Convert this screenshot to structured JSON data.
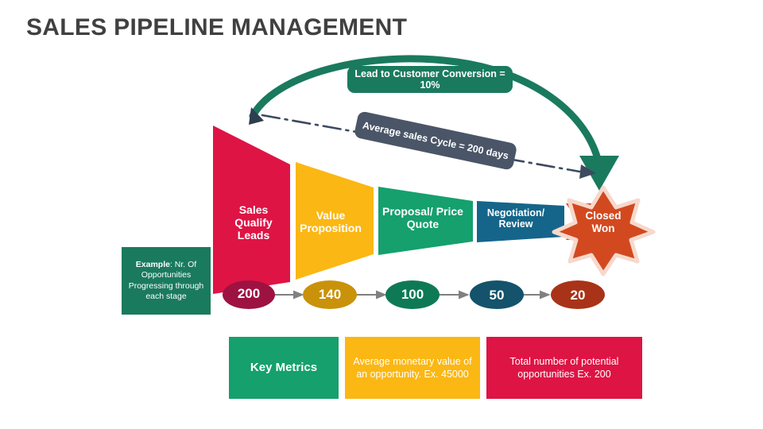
{
  "page_title": "SALES PIPELINE MANAGEMENT",
  "callouts": {
    "conversion": "Lead to Customer Conversion = 10%",
    "sales_cycle": "Average sales Cycle = 200 days"
  },
  "funnel": {
    "stages": [
      {
        "label": "Sales Qualify Leads",
        "color": "#DE1444"
      },
      {
        "label": "Value Proposition",
        "color": "#FBB713"
      },
      {
        "label": "Proposal/ Price Quote",
        "color": "#15A06E"
      },
      {
        "label": "Negotiation/ Review",
        "color": "#15658A"
      },
      {
        "label": "Closed Won",
        "color": "#D2491F"
      }
    ],
    "counts": [
      {
        "value": "200",
        "color": "#9E1241"
      },
      {
        "value": "140",
        "color": "#C9920A"
      },
      {
        "value": "100",
        "color": "#0E7A55"
      },
      {
        "value": "50",
        "color": "#14536B"
      },
      {
        "value": "20",
        "color": "#A93318"
      }
    ]
  },
  "example_note": {
    "lead": "Example",
    "text": ": Nr. Of Opportunities Progressing through each stage"
  },
  "metric_cards": [
    {
      "title": "Key Metrics",
      "color": "#15A06E"
    },
    {
      "title": "Average monetary value of an opportunity. Ex. 45000",
      "color": "#FBB713"
    },
    {
      "title": "Total number of potential opportunities Ex. 200",
      "color": "#DE1444"
    }
  ],
  "colors": {
    "title": "#404040",
    "green_arc": "#1A7A5E",
    "dash_line": "#4A5568",
    "connector": "#808080",
    "star_stroke": "#F7D8CC"
  }
}
